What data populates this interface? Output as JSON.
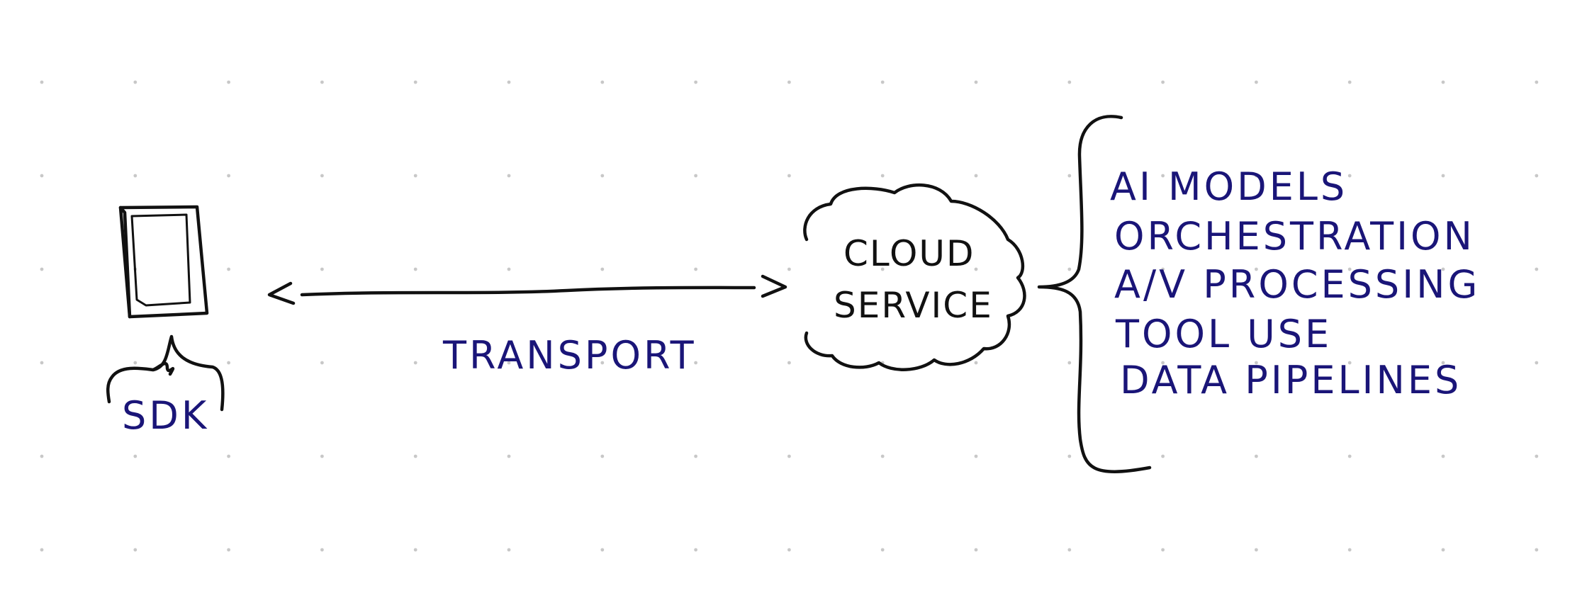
{
  "diagram": {
    "sdk_label": "SDK",
    "transport_label": "TRANSPORT",
    "cloud_label_line1": "CLOUD",
    "cloud_label_line2": "SERVICE",
    "capabilities": [
      "AI MODELS",
      "ORCHESTRATION",
      "A/V PROCESSING",
      "TOOL USE",
      "DATA PIPELINES"
    ]
  },
  "colors": {
    "background": "#ffffff",
    "grid_dot": "#c8c8c8",
    "ink_black": "#111111",
    "ink_blue": "#1a1578"
  },
  "icons": {
    "device": "phone-device-icon",
    "cloud": "cloud-icon"
  }
}
